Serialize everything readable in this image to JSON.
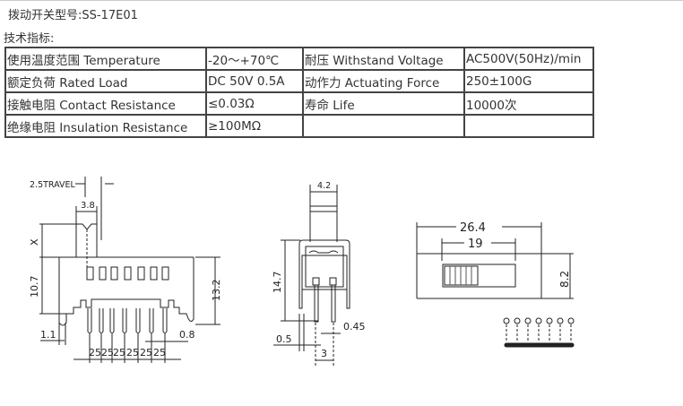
{
  "title": "拨动开关型号:SS-17E01",
  "subtitle": "技术指标:",
  "specs": [
    [
      "使用温度范围 Temperature",
      "-20～+70℃",
      "耐压 Withstand Voltage",
      "AC500V(50Hz)/min"
    ],
    [
      "额定负荷 Rated Load",
      "DC 50V 0.5A",
      "动作力 Actuating Force",
      "250±100G"
    ],
    [
      "接触电阻 Contact Resistance",
      "≤0.03Ω",
      "寿命 Life",
      "10000次"
    ],
    [
      "绝缘电阻 Insulation Resistance",
      "≥100MΩ",
      "",
      ""
    ]
  ],
  "drawing": {
    "front": {
      "travel": "2.5TRAVEL",
      "actuator_width": "3.8",
      "x": "X",
      "height": "10.7",
      "total_height": "13.2",
      "offset": "1.1",
      "pin_width": "0.8",
      "pitch": [
        "25",
        "25",
        "25",
        "25",
        "25",
        "25"
      ]
    },
    "side": {
      "actuator_width": "4.2",
      "height": "14.7",
      "thickness": "0.5",
      "pin": "0.45",
      "spacing": "3"
    },
    "top": {
      "length": "26.4",
      "slot": "19",
      "width": "8.2"
    }
  }
}
